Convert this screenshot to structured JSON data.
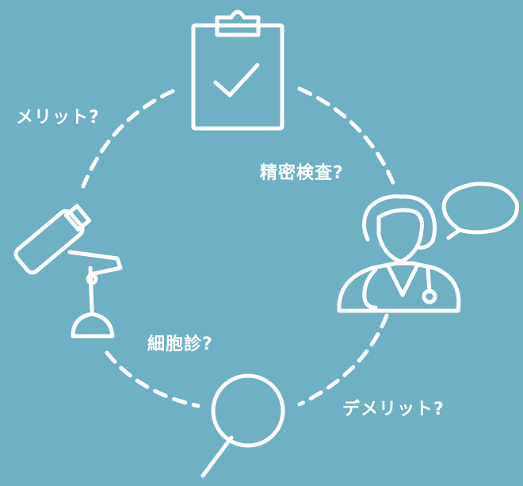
{
  "labels": {
    "merit": "メリット?",
    "detailed_exam": "精密検査?",
    "cytology": "細胞診?",
    "demerit": "デメリット?"
  },
  "icons": [
    "clipboard-check-icon",
    "doctor-icon",
    "speech-bubble-icon",
    "magnifier-icon",
    "microscope-icon"
  ],
  "colors": {
    "background": "#6fb0c4",
    "line": "#ffffff"
  }
}
